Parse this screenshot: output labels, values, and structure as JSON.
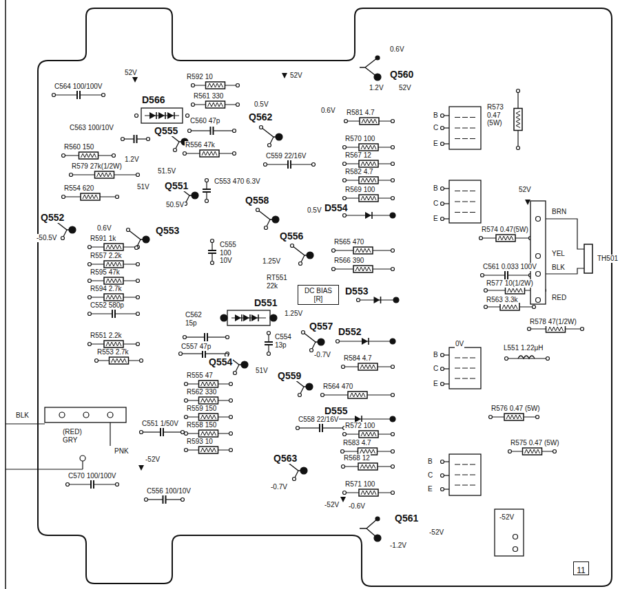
{
  "diagram": {
    "nodes": [
      {
        "text": [
          "DC BIAS [R]"
        ]
      },
      {
        "text": [
          "11"
        ]
      }
    ],
    "labels": [
      "52V",
      "C564 100/100V",
      "D566",
      "R592 10",
      "R561 330",
      "C563 100/10V",
      "Q555",
      "C560 47p",
      "R556 47k",
      "R560 150",
      "1.2V",
      "51.5V",
      "R579 27k(1/2W)",
      "C553 470 6.3V",
      "R554 620",
      "51V",
      "Q551",
      "50.5V",
      "Q552",
      "0.6V",
      "Q553",
      "-50.5V",
      "C555 100 10V",
      "R591 1k",
      "R557 2.2k",
      "R595 47k",
      "R594 2.7k",
      "C552 580p",
      "R551 2.2k",
      "R553 2.7k",
      "BLK",
      "(RED) GRY",
      "PNK",
      "C551 1/50V",
      "-52V",
      "C570 100/100V",
      "C556 100/10V",
      "D551",
      "C562 15p",
      "C557 47p",
      "Q554",
      "51V",
      "R555 47",
      "R562 330",
      "R559 150",
      "R558 150",
      "R593 10",
      "52V",
      "0.5V",
      "Q562",
      "C559 22/16V",
      "Q558",
      "0.5V",
      "Q556",
      "1.25V",
      "RT551 22k",
      "1.25V",
      "Q557",
      "C554 13p",
      "-0.7V",
      "Q559",
      "R564 470",
      "C558 22/16V",
      "Q563",
      "-0.7V",
      "-52V",
      "0.6V",
      "Q560",
      "52V",
      "1.2V",
      "0.6V",
      "R581 4.7",
      "R570 100",
      "R567 12",
      "R582 4.7",
      "R569 100",
      "D554",
      "R565 470",
      "R566 390",
      "D553",
      "D552",
      "R584 4.7",
      "D555",
      "R572 100",
      "R583 4.7",
      "R568 12",
      "R571 100",
      "-0.6V",
      "Q561",
      "-52V",
      "-1.2V",
      "B",
      "C",
      "E",
      "B",
      "C",
      "E",
      "B",
      "C",
      "E",
      "B",
      "C",
      "E",
      "R573 0.47 (5W)",
      "52V",
      "BRN",
      "YEL",
      "BLK",
      "RED",
      "TH501",
      "R574 0.47(5W)",
      "C561 0.033 100V",
      "R577 10(1/2W)",
      "R563 3.3k",
      "R578 47(1/2W)",
      "0V",
      "L551 1.22μH",
      "R576 0.47 (5W)",
      "R575 0.47 (5W)",
      "-52V"
    ]
  }
}
